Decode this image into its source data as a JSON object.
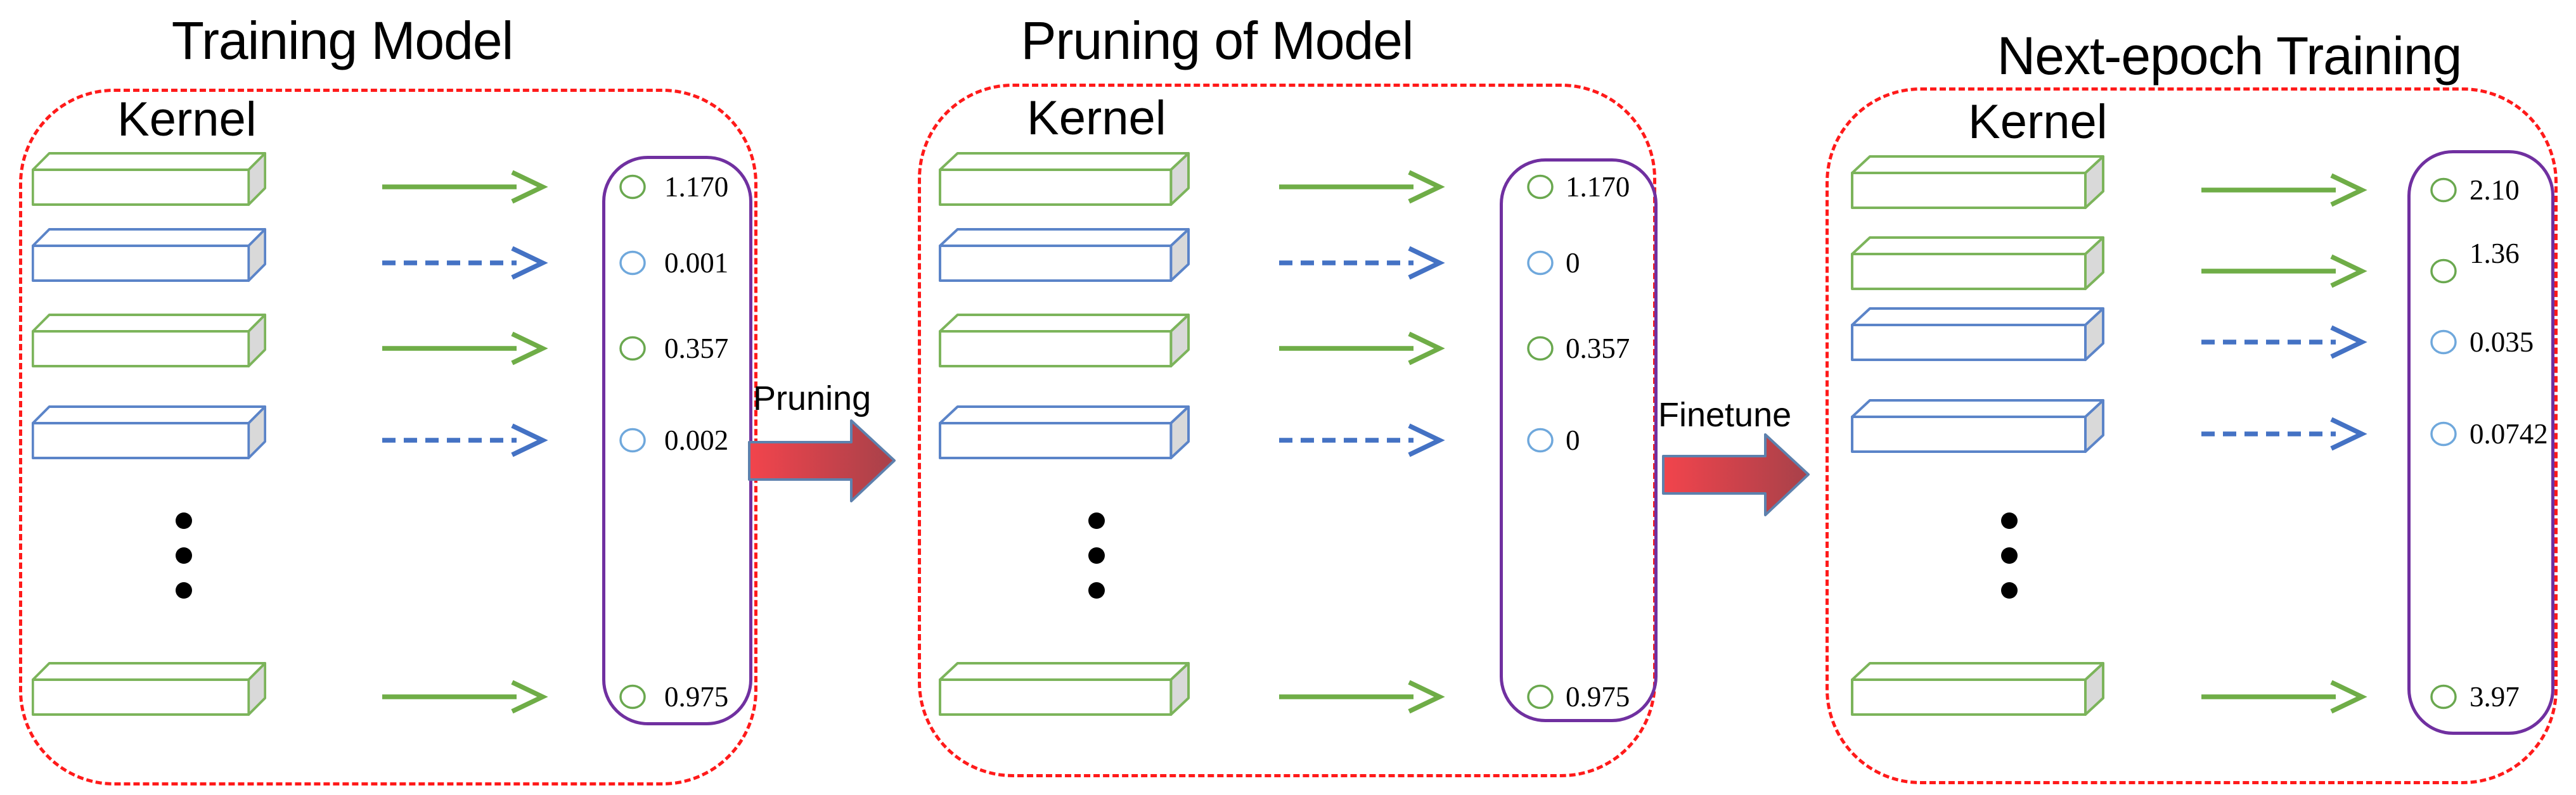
{
  "figure": {
    "palette": {
      "bar_green": "#7CB45B",
      "bar_blue": "#5B84C8",
      "arrow_green": "#6FAD47",
      "arrow_blue": "#4472C4",
      "circle_green": "#6AA84F",
      "circle_blue": "#6FA8DC",
      "purple_box": "#7030A0",
      "red_border": "#FF1A1A",
      "block_arrow_start": "#F2444C",
      "block_arrow_end": "#A7414A",
      "block_arrow_stroke": "#5D81AD",
      "bar_cap_gray": "#D9D9D9",
      "dot_color": "#000000",
      "text_color": "#000000"
    },
    "panels": [
      {
        "title": "Training Model",
        "kernel_label": "Kernel",
        "rows": [
          {
            "value": "1.170",
            "type": "kept"
          },
          {
            "value": "0.001",
            "type": "pruned"
          },
          {
            "value": "0.357",
            "type": "kept"
          },
          {
            "value": "0.002",
            "type": "pruned"
          },
          {
            "value": "0.975",
            "type": "kept"
          }
        ]
      },
      {
        "title": "Pruning of Model",
        "kernel_label": "Kernel",
        "rows": [
          {
            "value": "1.170",
            "type": "kept"
          },
          {
            "value": "0",
            "type": "pruned"
          },
          {
            "value": "0.357",
            "type": "kept"
          },
          {
            "value": "0",
            "type": "pruned"
          },
          {
            "value": "0.975",
            "type": "kept"
          }
        ]
      },
      {
        "title": "Next-epoch Training",
        "kernel_label": "Kernel",
        "rows": [
          {
            "value": "2.10",
            "type": "kept"
          },
          {
            "value": "1.36",
            "type": "kept"
          },
          {
            "value": "0.035",
            "type": "pruned"
          },
          {
            "value": "0.0742",
            "type": "pruned"
          },
          {
            "value": "3.97",
            "type": "kept"
          }
        ]
      }
    ],
    "transitions": [
      {
        "label": "Pruning"
      },
      {
        "label": "Finetune"
      }
    ]
  }
}
